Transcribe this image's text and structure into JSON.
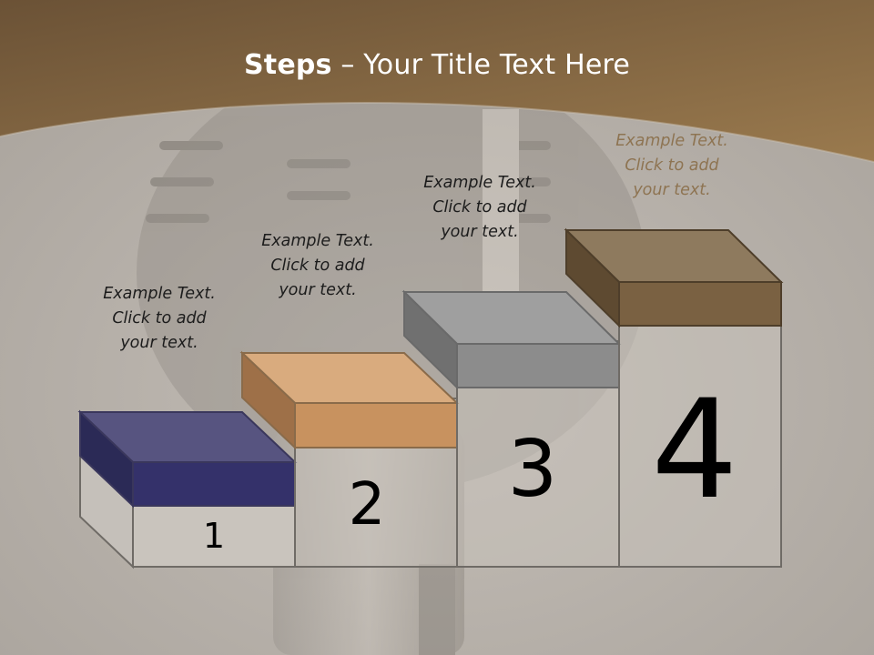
{
  "title": {
    "bold": "Steps",
    "rest": " – Your Title Text Here"
  },
  "steps": [
    {
      "number": "1",
      "text": [
        "Example Text.",
        "Click  to add",
        "your text."
      ],
      "color": "#34316a"
    },
    {
      "number": "2",
      "text": [
        "Example Text.",
        "Click  to add",
        "your text."
      ],
      "color": "#c8925f"
    },
    {
      "number": "3",
      "text": [
        "Example Text.",
        "Click  to add",
        "your text."
      ],
      "color": "#8c8c8c"
    },
    {
      "number": "4",
      "text": [
        "Example Text.",
        "Click  to add",
        "your text."
      ],
      "color": "#7a6142"
    }
  ],
  "colors": {
    "banner": "#7e6444",
    "background": "#b3aea8",
    "caption_highlight": "#8e7452"
  }
}
